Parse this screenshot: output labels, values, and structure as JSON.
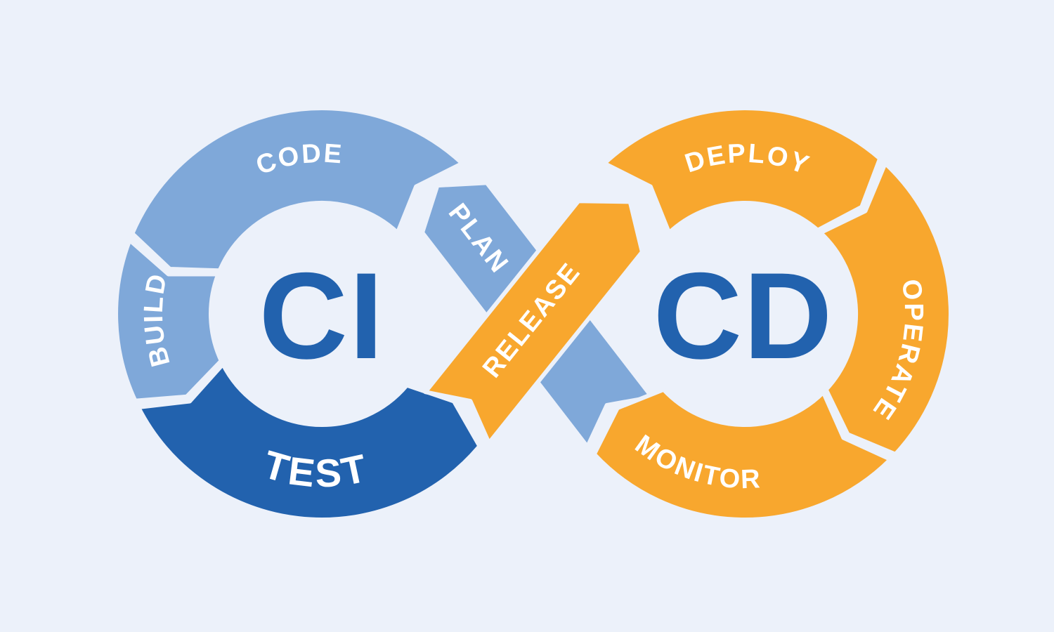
{
  "diagram": {
    "type": "cicd-infinity-loop",
    "colors": {
      "background": "#ecf1fa",
      "light_blue": "#7fa8d9",
      "dark_blue": "#2262ae",
      "orange": "#f8a72e",
      "label_text": "#ffffff"
    },
    "ci_loop": {
      "center_label": "CI",
      "segments": {
        "plan": "PLAN",
        "code": "CODE",
        "build": "BUILD",
        "test": "TEST"
      }
    },
    "cd_loop": {
      "center_label": "CD",
      "segments": {
        "release": "RELEASE",
        "deploy": "DEPLOY",
        "operate": "OPERATE",
        "monitor": "MONITOR"
      }
    },
    "flow_order": [
      "PLAN",
      "CODE",
      "BUILD",
      "TEST",
      "RELEASE",
      "DEPLOY",
      "OPERATE",
      "MONITOR"
    ]
  }
}
